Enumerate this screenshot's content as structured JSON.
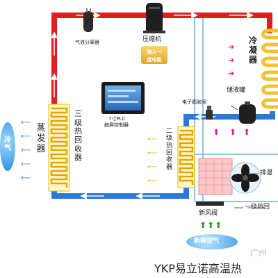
{
  "title": "YKP易立诺高温热",
  "watermark": "广州",
  "labels": {
    "separator": "气液分离器",
    "compressor": "压缩机",
    "badge_line1": "输入一",
    "badge_line2": "度电能",
    "condenser": "冷凝器",
    "reservoir": "储液罐",
    "expansion_valve": "电子膨胀阀",
    "plc_line1": "7寸PLC",
    "plc_line2": "触屏控制器",
    "cold_air": "冷气",
    "evaporator": "蒸发器",
    "stage3_recovery": "三级热回收器",
    "stage2_recovery": "二级热回收器",
    "exhaust": "排湿",
    "stage1_recovery": "一级热回",
    "fresh_valve": "新风阀",
    "fresh_air": "新鲜空气"
  },
  "colors": {
    "hot_pipe": "#e02020",
    "cold_pipe": "#2a78d8",
    "duct": "#8fc2ea",
    "coil": "#f1c232",
    "hot_arrow": "#e0208a",
    "warm_arrow": "#f0b400",
    "cold_arrow": "#2a78d8",
    "fresh_arrow": "#22a020"
  }
}
